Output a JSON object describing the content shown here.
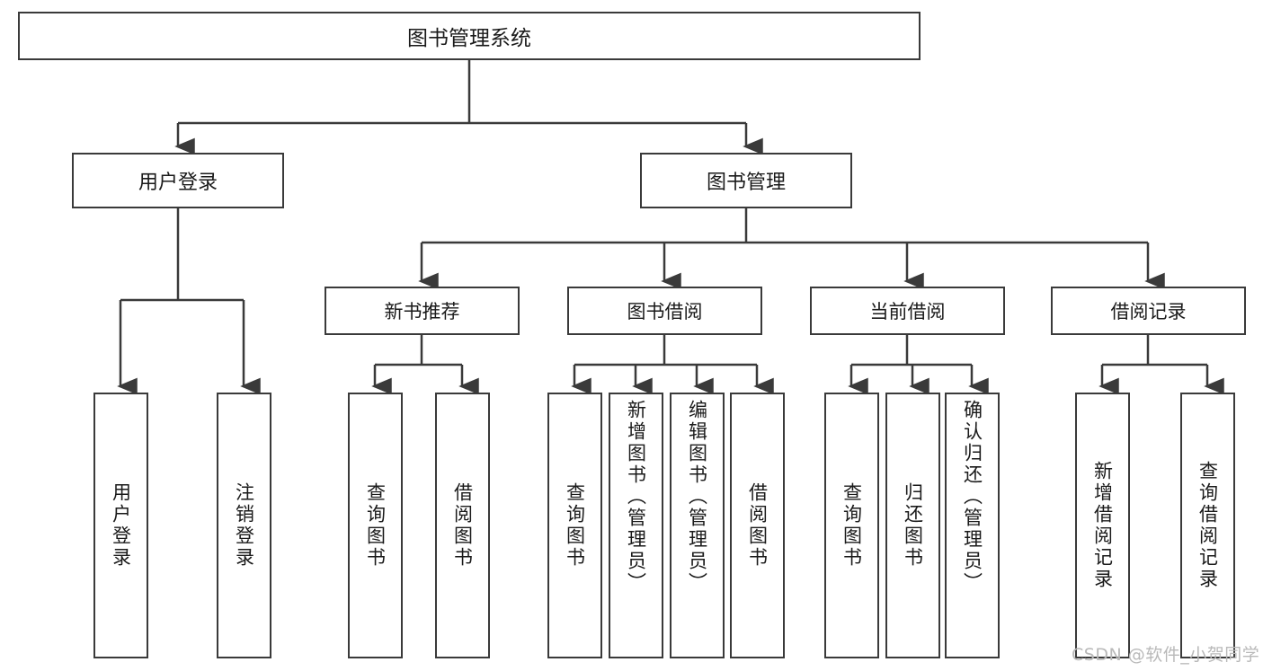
{
  "diagram": {
    "title": "图书管理系统",
    "type": "功能结构图",
    "root": {
      "id": "root",
      "label": "图书管理系统"
    },
    "level2": [
      {
        "id": "user-login",
        "label": "用户登录"
      },
      {
        "id": "book-management",
        "label": "图书管理"
      }
    ],
    "level3": [
      {
        "id": "new-book-recommend",
        "label": "新书推荐",
        "parent": "book-management"
      },
      {
        "id": "book-borrow",
        "label": "图书借阅",
        "parent": "book-management"
      },
      {
        "id": "current-borrow",
        "label": "当前借阅",
        "parent": "book-management"
      },
      {
        "id": "borrow-record",
        "label": "借阅记录",
        "parent": "book-management"
      }
    ],
    "leaves": [
      {
        "id": "leaf-user-login",
        "label": "用户登录",
        "parent": "user-login"
      },
      {
        "id": "leaf-user-logout",
        "label": "注销登录",
        "parent": "user-login"
      },
      {
        "id": "leaf-query-book-1",
        "label": "查询图书",
        "parent": "new-book-recommend"
      },
      {
        "id": "leaf-borrow-book-1",
        "label": "借阅图书",
        "parent": "new-book-recommend"
      },
      {
        "id": "leaf-query-book-2",
        "label": "查询图书",
        "parent": "book-borrow"
      },
      {
        "id": "leaf-add-book",
        "label": "新增图书（管理员）",
        "parent": "book-borrow"
      },
      {
        "id": "leaf-edit-book",
        "label": "编辑图书（管理员）",
        "parent": "book-borrow"
      },
      {
        "id": "leaf-borrow-book-2",
        "label": "借阅图书",
        "parent": "book-borrow"
      },
      {
        "id": "leaf-query-book-3",
        "label": "查询图书",
        "parent": "current-borrow"
      },
      {
        "id": "leaf-return-book",
        "label": "归还图书",
        "parent": "current-borrow"
      },
      {
        "id": "leaf-confirm-return",
        "label": "确认归还（管理员）",
        "parent": "current-borrow"
      },
      {
        "id": "leaf-add-record",
        "label": "新增借阅记录",
        "parent": "borrow-record"
      },
      {
        "id": "leaf-query-record",
        "label": "查询借阅记录",
        "parent": "borrow-record"
      }
    ],
    "colors": {
      "box_border": "#3a3a3a",
      "box_fill": "#ffffff",
      "connector": "#3a3a3a",
      "text": "#1a1a1a",
      "watermark": "#b9b9b9",
      "background": "#ffffff"
    }
  },
  "watermark": {
    "text": "CSDN @软件_小贺同学"
  }
}
